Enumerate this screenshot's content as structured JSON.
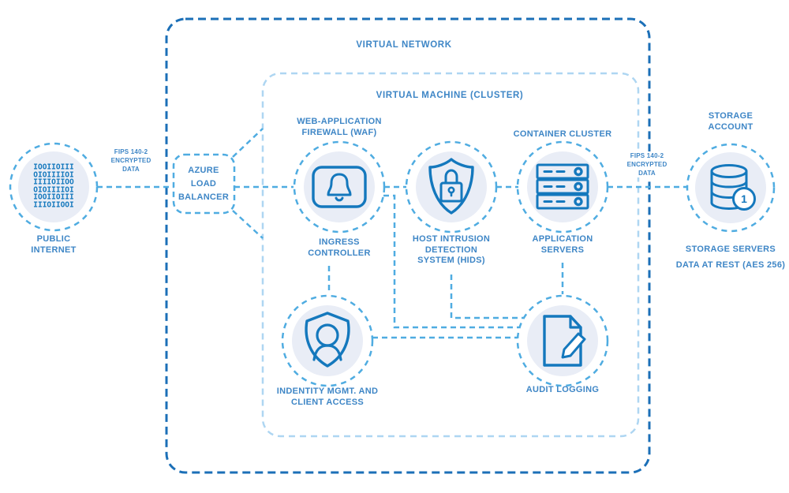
{
  "diagram": {
    "boxes": {
      "virtual_network": "VIRTUAL NETWORK",
      "virtual_machine_cluster": "VIRTUAL MACHINE (CLUSTER)"
    },
    "labels": {
      "fips_left_lines": [
        "FIPS 140-2",
        "ENCRYPTED",
        "DATA"
      ],
      "fips_right_lines": [
        "FIPS 140-2",
        "ENCRYPTED",
        "DATA"
      ]
    },
    "nodes": {
      "public_internet": {
        "label_lines": [
          "PUBLIC",
          "INTERNET"
        ],
        "icon": "binary-icon",
        "binary_rows": [
          "IOOIIOIII",
          "OIOIIIIOI",
          "IIIIOIIOO",
          "OIOIIIIOI",
          "IOOIIOIII",
          "IIIOIIOOI"
        ]
      },
      "azure_load_balancer": {
        "label_lines": [
          "AZURE",
          "LOAD",
          "BALANCER"
        ]
      },
      "waf": {
        "title_lines": [
          "WEB-APPLICATION",
          "FIREWALL (WAF)"
        ],
        "subtitle_lines": [
          "INGRESS",
          "CONTROLLER"
        ],
        "icon": "bell-icon"
      },
      "hids": {
        "subtitle_lines": [
          "HOST INTRUSION",
          "DETECTION",
          "SYSTEM (HIDS)"
        ],
        "icon": "shield-lock-icon"
      },
      "container_cluster": {
        "title_lines": [
          "CONTAINER CLUSTER"
        ],
        "subtitle_lines": [
          "APPLICATION",
          "SERVERS"
        ],
        "icon": "server-stack-icon"
      },
      "identity": {
        "subtitle_lines": [
          "INDENTITY MGMT. AND",
          "CLIENT ACCESS"
        ],
        "icon": "shield-person-icon"
      },
      "audit": {
        "subtitle_lines": [
          "AUDIT LOGGING"
        ],
        "icon": "document-pencil-icon"
      },
      "storage": {
        "title_lines": [
          "STORAGE",
          "ACCOUNT"
        ],
        "subtitle_lines": [
          "STORAGE SERVERS",
          "DATA AT REST (AES 256)"
        ],
        "badge": "1",
        "icon": "database-icon"
      }
    },
    "colors": {
      "outer_box_stroke": "#1b6fb7",
      "inner_box_stroke": "#aed6f2",
      "dashed_stroke": "#4face1",
      "icon_stroke": "#1478bd",
      "node_fill": "#e9edf6",
      "text": "#3e86c6"
    }
  }
}
